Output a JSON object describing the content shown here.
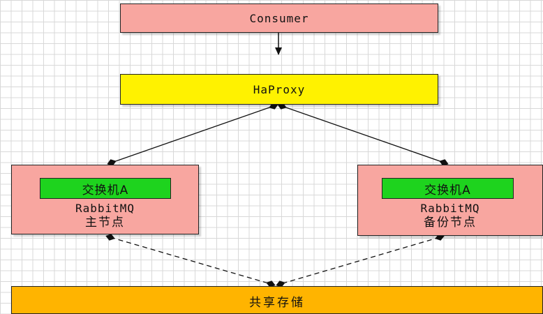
{
  "nodes": {
    "consumer": "Consumer",
    "haproxy": "HaProxy",
    "rabbitmq_master": {
      "exchange": "交换机A",
      "title": "RabbitMQ",
      "role": "主节点"
    },
    "rabbitmq_backup": {
      "exchange": "交换机A",
      "title": "RabbitMQ",
      "role": "备份节点"
    },
    "storage": "共享存储"
  },
  "edges": [
    {
      "from": "Consumer",
      "to": "HaProxy",
      "style": "solid"
    },
    {
      "from": "HaProxy",
      "to": "RabbitMQ 主节点",
      "style": "solid"
    },
    {
      "from": "HaProxy",
      "to": "RabbitMQ 备份节点",
      "style": "solid"
    },
    {
      "from": "RabbitMQ 主节点",
      "to": "共享存储",
      "style": "dashed"
    },
    {
      "from": "RabbitMQ 备份节点",
      "to": "共享存储",
      "style": "dashed"
    }
  ]
}
